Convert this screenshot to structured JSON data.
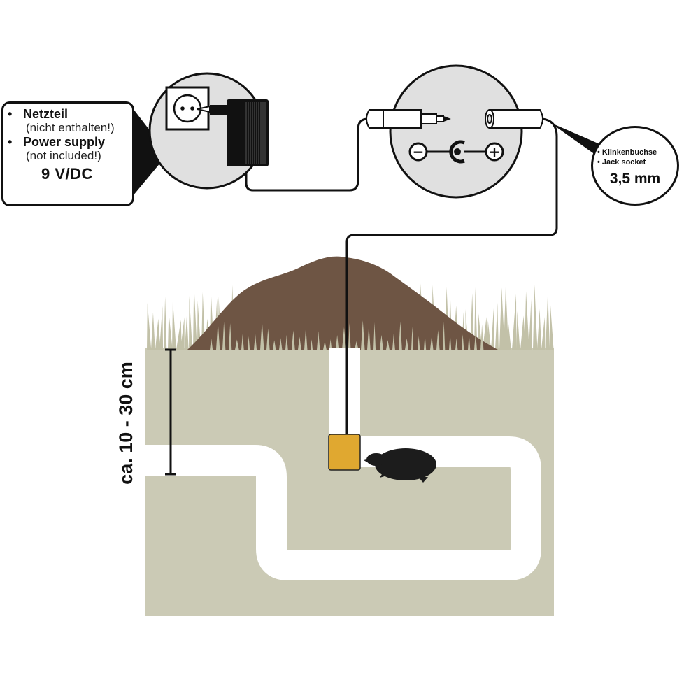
{
  "power_supply": {
    "label_de": "Netzteil",
    "note_de": "(nicht enthalten!)",
    "label_en": "Power supply",
    "note_en": "(not included!)",
    "voltage": "9 V/DC"
  },
  "jack_socket": {
    "label_de": "Klinkenbuchse",
    "label_en": "Jack socket",
    "size": "3,5 mm"
  },
  "polarity": {
    "negative": "−",
    "positive": "+"
  },
  "depth": {
    "label": "ca. 10 - 30 cm"
  },
  "colors": {
    "soil": "#cbcab5",
    "grass": "#c2c1a8",
    "molehill": "#6e5544",
    "tunnel": "#ffffff",
    "device": "#e0a830",
    "bubble": "#e0e0e0",
    "ink": "#111111"
  }
}
